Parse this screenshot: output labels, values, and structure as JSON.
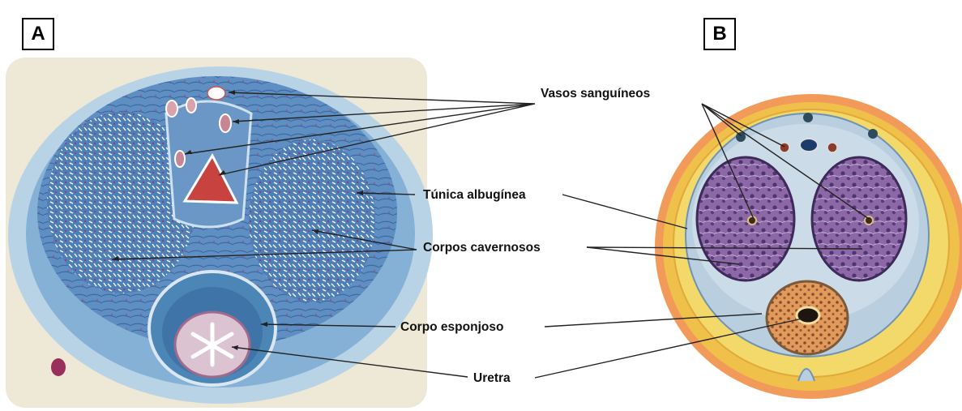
{
  "panels": {
    "a": "A",
    "b": "B"
  },
  "labels": {
    "vasos": "Vasos sanguíneos",
    "tunica": "Túnica albugínea",
    "corpos": "Corpos cavernosos",
    "esponjoso": "Corpo esponjoso",
    "uretra": "Uretra"
  },
  "colors": {
    "histology_bg": "#efe9d8",
    "histology_tissue": "#6f9ec9",
    "cavernous_purple": "#8f6aa8",
    "fat_yellow": "#f1c94a",
    "skin_orange": "#ee9a5a",
    "spongy_orange": "#d98a4f"
  }
}
